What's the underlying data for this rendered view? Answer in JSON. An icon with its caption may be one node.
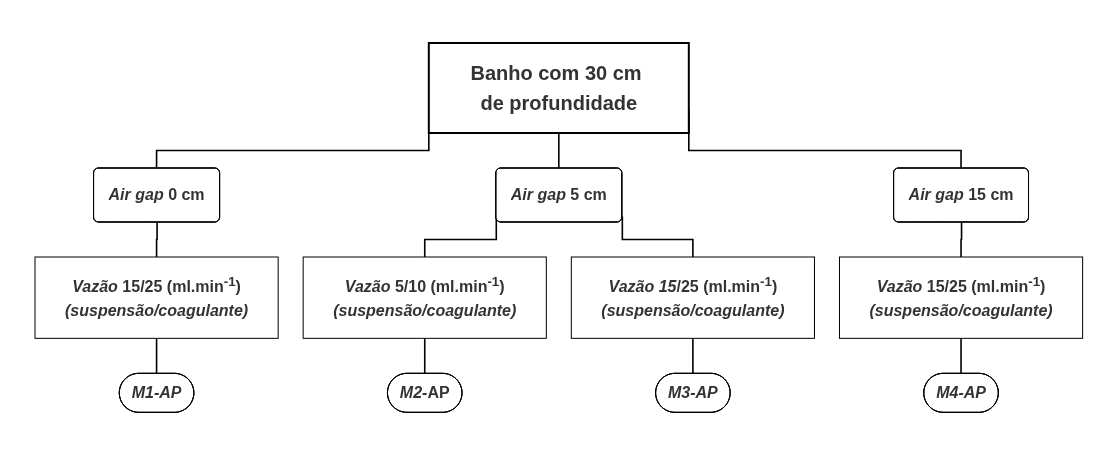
{
  "diagram": {
    "nodes": [
      {
        "text": [
          "Banho com 30 cm de profundidade"
        ]
      },
      {
        "text": [
          "*Air gap* 0 cm"
        ]
      },
      {
        "text": [
          "*Vazão* 15/25 (ml.min$^{-1}$)",
          "(suspensão/coagulante)"
        ]
      },
      {
        "text": [
          "M1-AP"
        ]
      },
      {
        "text": [
          "*Air gap* 5 cm"
        ]
      },
      {
        "text": [
          "*Vazão* 5/10 (ml.min$^{-1}$)",
          "(suspensão/coagulante)"
        ]
      },
      {
        "text": [
          "*M2*-AP"
        ]
      },
      {
        "text": [
          "*Vazão 15*/25 (ml.min$^{-1}$)",
          "(suspensão/coagulante)"
        ]
      },
      {
        "text": [
          "M3-AP"
        ]
      },
      {
        "text": [
          "*Air gap* 15 cm"
        ]
      },
      {
        "text": [
          "*Vazão* 15/25 (ml.min$^{-1}$)",
          "(suspensão/coagulante)"
        ]
      },
      {
        "text": [
          "M4-AP"
        ]
      }
    ],
    "edges": [
      {
        "from": 0,
        "to": 1,
        "arrow": "none"
      },
      {
        "from": 0,
        "to": 4,
        "arrow": "none"
      },
      {
        "from": 0,
        "to": 9,
        "arrow": "none"
      },
      {
        "from": 1,
        "to": 2,
        "arrow": "none"
      },
      {
        "from": 2,
        "to": 3,
        "arrow": "none"
      },
      {
        "from": 4,
        "to": 5,
        "arrow": "none"
      },
      {
        "from": 4,
        "to": 7,
        "arrow": "none"
      },
      {
        "from": 5,
        "to": 6,
        "arrow": "none"
      },
      {
        "from": 7,
        "to": 8,
        "arrow": "none"
      },
      {
        "from": 9,
        "to": 10,
        "arrow": "none"
      },
      {
        "from": 10,
        "to": 11,
        "arrow": "none"
      }
    ]
  }
}
